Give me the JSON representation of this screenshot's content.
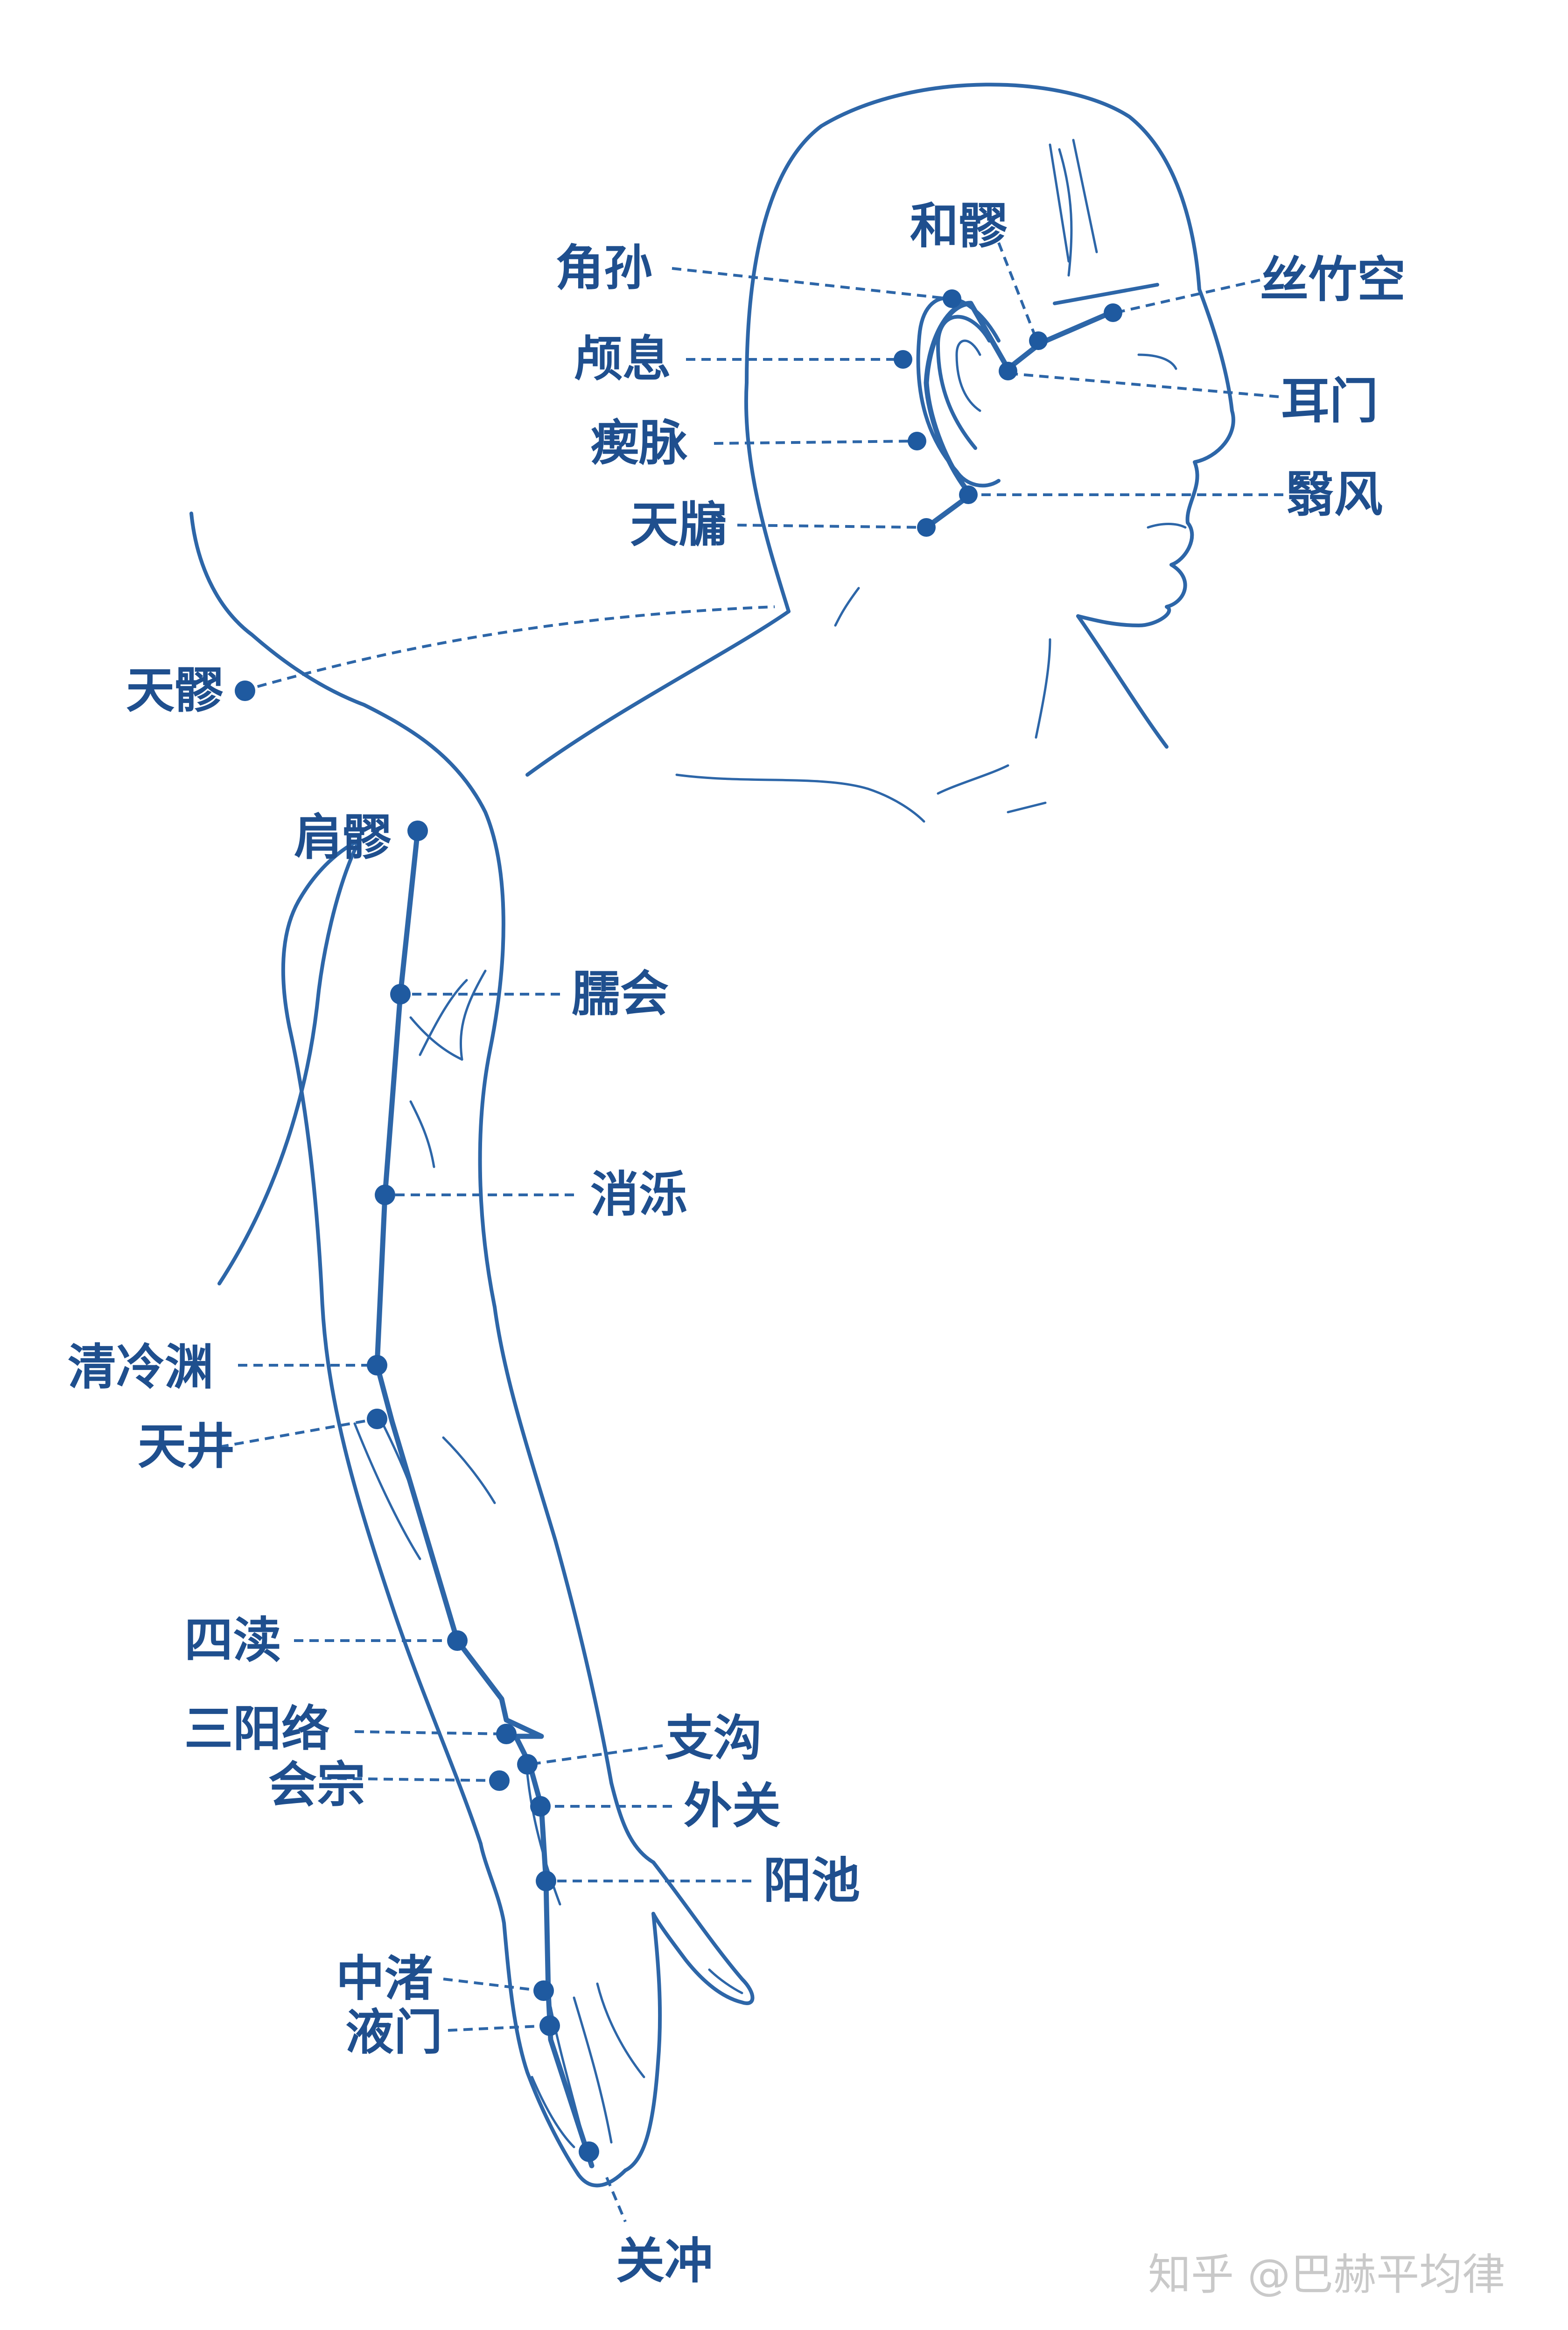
{
  "points": {
    "jiaosun": "角孙",
    "heliao": "和髎",
    "sizhukong": "丝竹空",
    "luxi": "颅息",
    "ermen": "耳门",
    "chimai": "瘈脉",
    "yifeng": "翳风",
    "tianyou": "天牖",
    "tianliao": "天髎",
    "jianliao": "肩髎",
    "naohui": "臑会",
    "xiaoluo": "消泺",
    "qinglengyuan": "清冷渊",
    "tianjing": "天井",
    "sidu": "四渎",
    "sanyangluo": "三阳络",
    "zhigou": "支沟",
    "huizong": "会宗",
    "waiguan": "外关",
    "yangchi": "阳池",
    "zhongzhu": "中渚",
    "yemen": "液门",
    "guanchong": "关冲"
  },
  "watermark": "知乎 @巴赫平均律",
  "colors": {
    "line": "#2d66a8",
    "text": "#1f4f8e",
    "watermark": "#c9c9c9"
  }
}
